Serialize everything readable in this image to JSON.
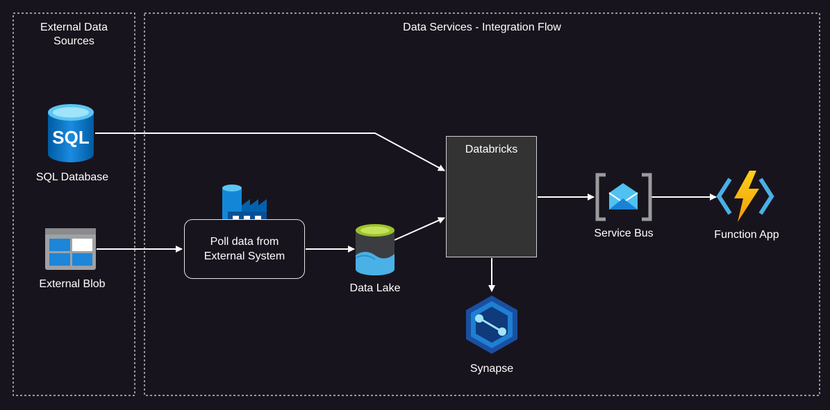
{
  "groups": {
    "external_sources": {
      "title_line1": "External Data",
      "title_line2": "Sources"
    },
    "data_services": {
      "title": "Data Services - Integration Flow"
    }
  },
  "nodes": {
    "sql_database": {
      "label": "SQL Database",
      "icon": "sql-database-icon",
      "icon_text": "SQL"
    },
    "external_blob": {
      "label": "External Blob",
      "icon": "blob-storage-icon"
    },
    "poll_data": {
      "label": "Poll data from\nExternal System",
      "icon": "data-factory-icon"
    },
    "data_lake": {
      "label": "Data Lake",
      "icon": "data-lake-icon"
    },
    "databricks": {
      "label": "Databricks",
      "icon": "databricks-icon"
    },
    "synapse": {
      "label": "Synapse",
      "icon": "synapse-icon"
    },
    "service_bus": {
      "label": "Service Bus",
      "icon": "service-bus-icon"
    },
    "function_app": {
      "label": "Function App",
      "icon": "function-app-icon"
    }
  },
  "edges": [
    {
      "from": "sql_database",
      "to": "databricks"
    },
    {
      "from": "external_blob",
      "to": "poll_data"
    },
    {
      "from": "poll_data",
      "to": "data_lake"
    },
    {
      "from": "data_lake",
      "to": "databricks"
    },
    {
      "from": "databricks",
      "to": "service_bus"
    },
    {
      "from": "service_bus",
      "to": "function_app"
    },
    {
      "from": "databricks",
      "to": "synapse"
    }
  ],
  "colors": {
    "background": "#18141d",
    "border": "#e6e6e6",
    "azure_blue": "#0078d4",
    "databricks_red": "#e8392f",
    "function_yellow": "#f8c21b"
  }
}
